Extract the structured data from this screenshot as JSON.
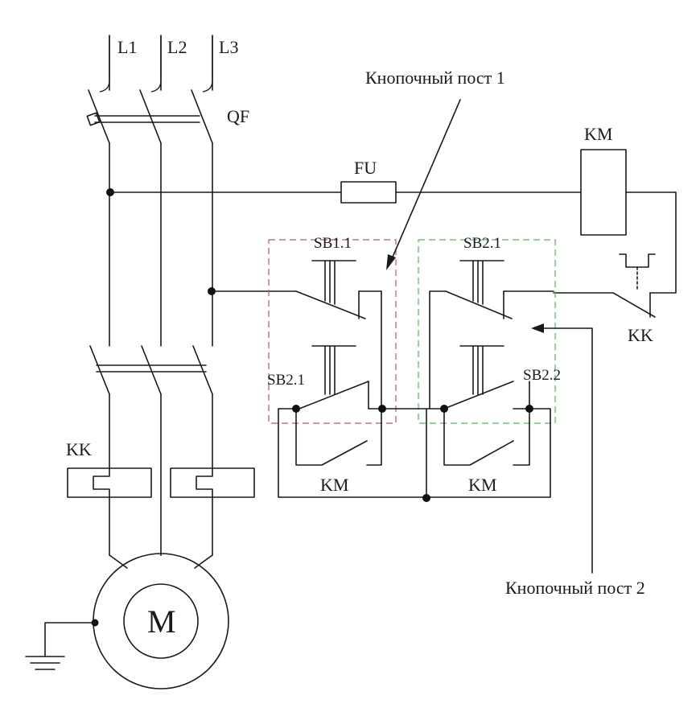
{
  "diagram": {
    "phases": {
      "l1": "L1",
      "l2": "L2",
      "l3": "L3"
    },
    "breaker": "QF",
    "fuse": "FU",
    "coil": "KM",
    "thermal_relay_contact": "KK",
    "thermal_relay_heater": "KK",
    "motor": "M",
    "post1": {
      "caption": "Кнопочный  пост 1",
      "stop_button": "SB1.1",
      "start_button": "SB2.1",
      "hold_contact": "KM",
      "border_color": "#b85c5c"
    },
    "post2": {
      "caption": "Кнопочный пост 2",
      "stop_button": "SB2.1",
      "start_button": "SB2.2",
      "hold_contact": "KM",
      "border_color": "#5cb85c"
    }
  }
}
